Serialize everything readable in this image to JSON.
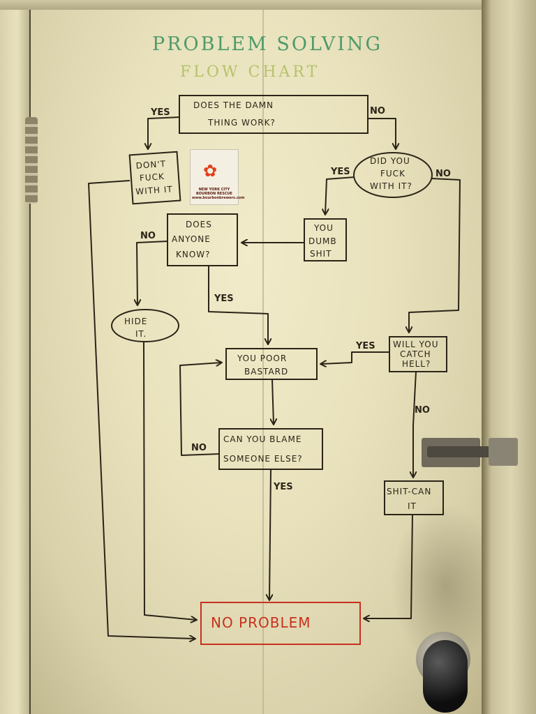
{
  "title": {
    "line1": "PROBLEM SOLVING",
    "line2": "FLOW CHART"
  },
  "sticker": {
    "line1": "NEW YORK CITY",
    "line2": "BOURBON RESCUE",
    "line3": "www.bourbonbrewers.com"
  },
  "nodes": {
    "start": {
      "line1": "DOES THE DAMN",
      "line2": "THING WORK?"
    },
    "dont_touch": {
      "line1": "DON'T",
      "line2": "FUCK",
      "line3": "WITH IT"
    },
    "did_you": {
      "line1": "DID YOU",
      "line2": "FUCK",
      "line3": "WITH IT?"
    },
    "dumb": {
      "line1": "YOU",
      "line2": "DUMB",
      "line3": "SHIT"
    },
    "anyone_know": {
      "line1": "DOES",
      "line2": "ANYONE",
      "line3": "KNOW?"
    },
    "hide": {
      "line1": "HIDE",
      "line2": "IT."
    },
    "poor": {
      "line1": "YOU POOR",
      "line2": "BASTARD"
    },
    "catch_hell": {
      "line1": "WILL YOU",
      "line2": "CATCH",
      "line3": "HELL?"
    },
    "blame": {
      "line1": "CAN YOU BLAME",
      "line2": "SOMEONE ELSE?"
    },
    "shit_can": {
      "line1": "SHIT-CAN",
      "line2": "IT"
    },
    "end": {
      "label": "NO PROBLEM"
    }
  },
  "edge_labels": {
    "start_yes": "YES",
    "start_no": "NO",
    "did_yes": "YES",
    "did_no": "NO",
    "know_no": "NO",
    "know_yes": "YES",
    "hell_yes": "YES",
    "hell_no": "NO",
    "blame_no": "NO",
    "blame_yes": "YES"
  },
  "colors": {
    "ink": "#2b2418",
    "end_ink": "#c8301e",
    "title_ink": "#4f9a6a",
    "subtitle_ink": "#b5c36a",
    "door": "#ece5c1"
  }
}
